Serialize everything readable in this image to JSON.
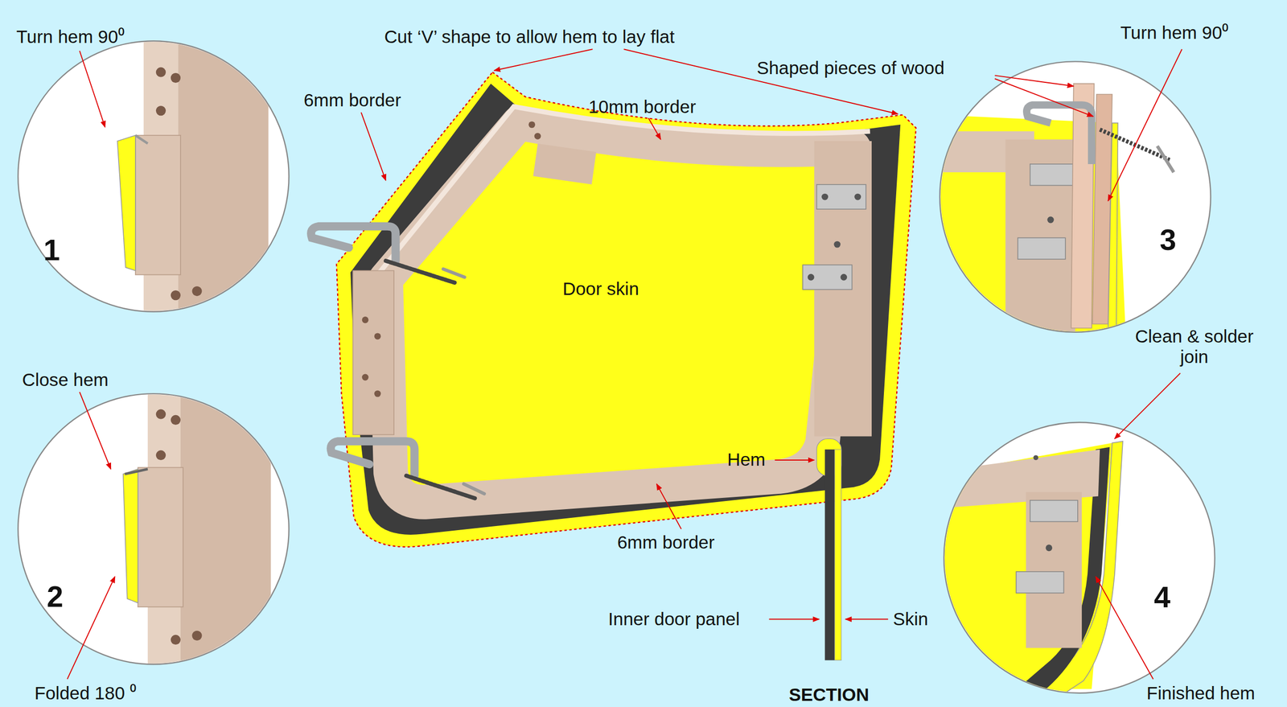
{
  "diagram": {
    "labels": [
      "Turn hem 90⁰",
      "Cut ‘V’ shape to allow hem to lay flat",
      "Shaped pieces of wood",
      "Turn hem 90⁰",
      "6mm border",
      "10mm border",
      "1",
      "3",
      "Door skin",
      "Clean & solder join",
      "Close hem",
      "Hem",
      "6mm border",
      "2",
      "4",
      "Inner door panel",
      "Skin",
      "Folded 180 ⁰",
      "SECTION",
      "Finished hem"
    ]
  }
}
